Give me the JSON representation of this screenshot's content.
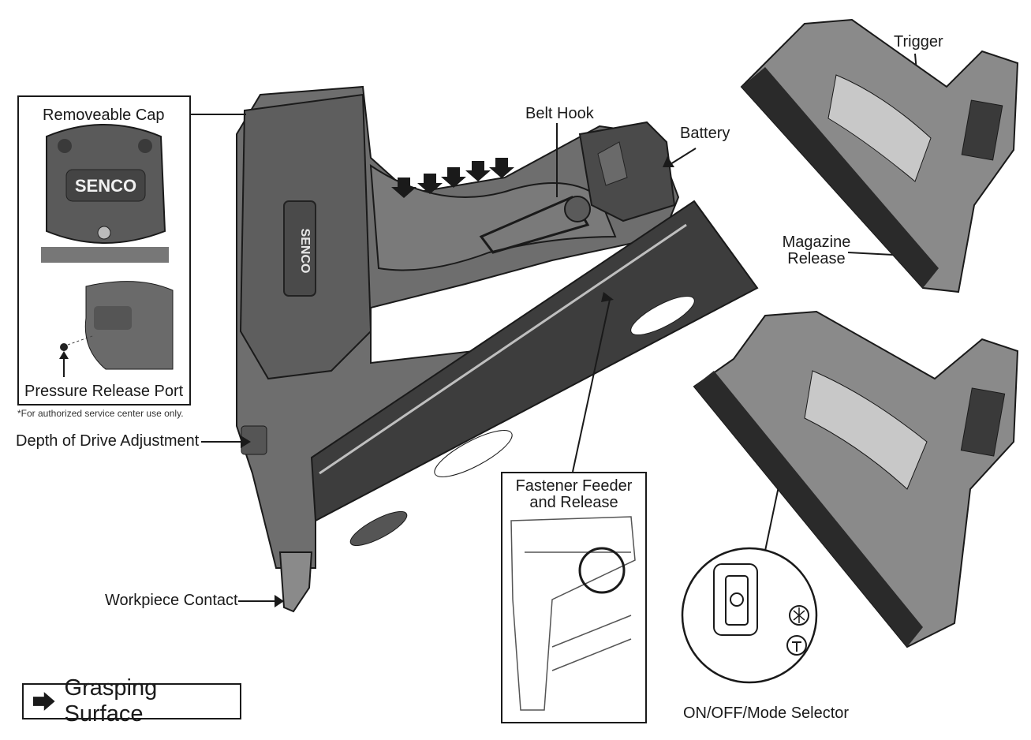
{
  "labels": {
    "removeable_cap": "Removeable Cap",
    "pressure_release_port": "Pressure Release Port",
    "service_note": "*For authorized service center use only.",
    "depth_of_drive": "Depth of Drive Adjustment",
    "workpiece_contact": "Workpiece Contact",
    "belt_hook": "Belt Hook",
    "battery": "Battery",
    "trigger": "Trigger",
    "magazine_release_1": "Magazine",
    "magazine_release_2": "Release",
    "fastener_feeder_1": "Fastener Feeder",
    "fastener_feeder_2": "and Release",
    "on_off_mode": "ON/OFF/Mode Selector"
  },
  "brand": {
    "name": "SENCO"
  },
  "legend": {
    "label": "Grasping Surface",
    "icon": "arrow-right-icon"
  },
  "colors": {
    "tool_body": "#6e6e6e",
    "tool_dark": "#3d3d3d",
    "tool_light": "#9a9a9a",
    "line": "#1a1a1a"
  }
}
